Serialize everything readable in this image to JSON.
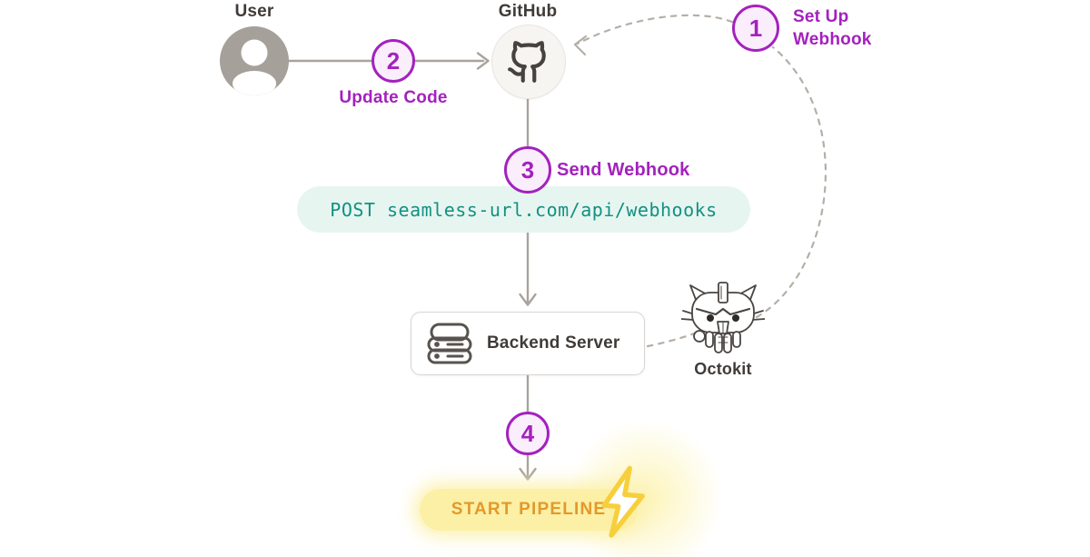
{
  "diagram": {
    "nodes": {
      "user": {
        "label": "User"
      },
      "github": {
        "label": "GitHub"
      },
      "backend_server": {
        "label": "Backend Server"
      },
      "octokit": {
        "label": "Octokit"
      }
    },
    "steps": [
      {
        "number": "1",
        "label": "Set Up Webhook"
      },
      {
        "number": "2",
        "label": "Update Code"
      },
      {
        "number": "3",
        "label": "Send Webhook"
      },
      {
        "number": "4",
        "label": ""
      }
    ],
    "webhook_request": {
      "text": "POST seamless-url.com/api/webhooks"
    },
    "pipeline": {
      "label": "START PIPELINE"
    },
    "colors": {
      "step_accent": "#a322bd",
      "step_fill": "#fbeefc",
      "endpoint_text": "#129180",
      "endpoint_bg": "#e7f5f1",
      "pipeline_text": "#e3992b",
      "pipeline_bg": "#fbf0a5",
      "arrow_gray": "#a9a39d",
      "dashed_gray": "#b5afa8",
      "node_text": "#3f3b39",
      "avatar_gray": "#a5a09a"
    }
  }
}
